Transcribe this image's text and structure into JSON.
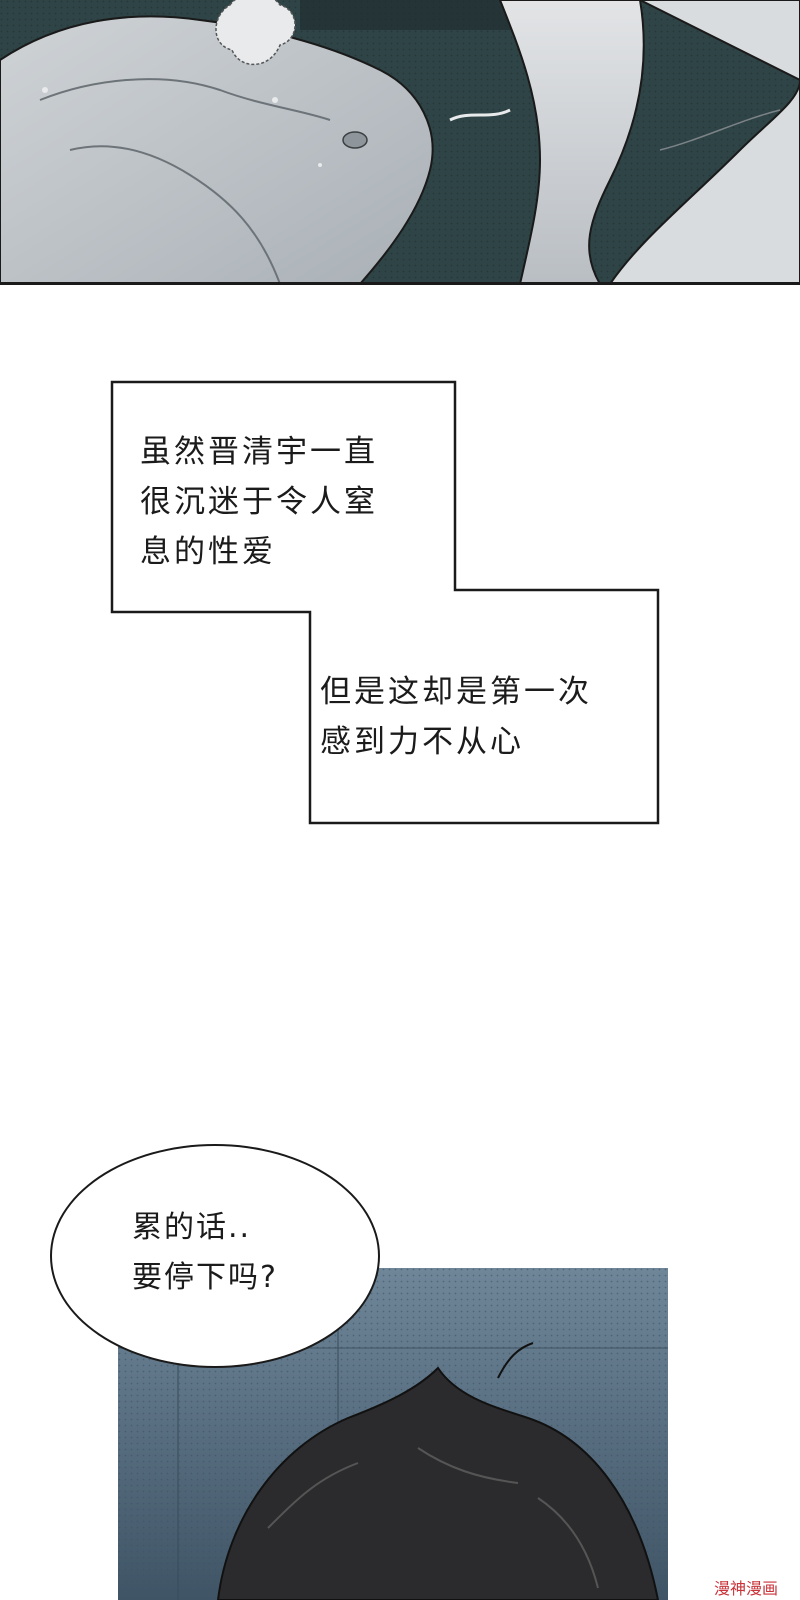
{
  "panels": {
    "top_illustration": {
      "description_icon": "panel-illustration"
    },
    "bottom_illustration": {
      "description_icon": "panel-illustration"
    }
  },
  "narration": {
    "box1_text": "虽然晋清宇一直\n很沉迷于令人窒\n息的性爱",
    "box2_text": "但是这却是第一次\n感到力不从心"
  },
  "speech": {
    "bubble1_text": "累的话..\n要停下吗?"
  },
  "watermark": {
    "text": "漫神漫画"
  },
  "colors": {
    "panel_dark": "#2f4446",
    "panel_blue": "#5d7488",
    "watermark": "#c8343a",
    "ink": "#1b1b1b"
  }
}
